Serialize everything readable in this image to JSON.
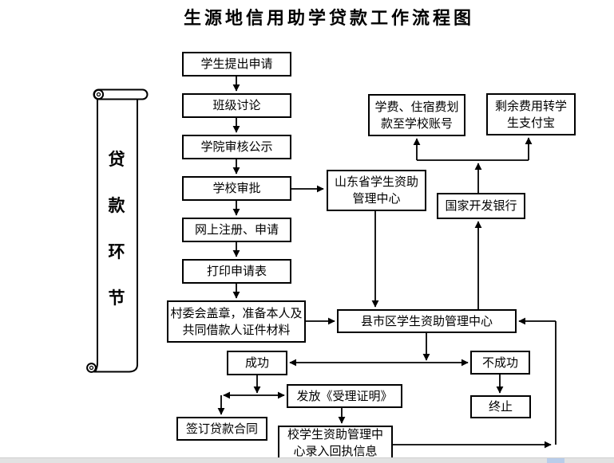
{
  "title": "生源地信用助学贷款工作流程图",
  "banner": {
    "label": "贷款环节",
    "chars": [
      "贷",
      "款",
      "环",
      "节"
    ]
  },
  "nodes": {
    "apply": "学生提出申请",
    "class_discuss": "班级讨论",
    "college_review": "学院审核公示",
    "school_approve": "学校审批",
    "online_register": "网上注册、申请",
    "print_form": "打印申请表",
    "village_seal": {
      "lines": [
        "村委会盖章，准备本人及",
        "共同借款人证件材料"
      ]
    },
    "province_center": {
      "lines": [
        "山东省学生资助",
        "管理中心"
      ]
    },
    "tuition_transfer": {
      "lines": [
        "学费、住宿费划",
        "款至学校账号"
      ]
    },
    "remain_alipay": {
      "lines": [
        "剩余费用转学",
        "生支付宝"
      ]
    },
    "cdb_bank": "国家开发银行",
    "county_center": "县市区学生资助管理中心",
    "success": "成功",
    "fail": "不成功",
    "terminate": "终止",
    "issue_proof": "发放《受理证明》",
    "sign_contract": "签订贷款合同",
    "school_receipt": {
      "lines": [
        "校学生资助管理中",
        "心录入回执信息"
      ]
    }
  },
  "edges": [
    {
      "from": "apply",
      "to": "class_discuss"
    },
    {
      "from": "class_discuss",
      "to": "college_review"
    },
    {
      "from": "college_review",
      "to": "school_approve"
    },
    {
      "from": "school_approve",
      "to": "online_register"
    },
    {
      "from": "school_approve",
      "to": "province_center"
    },
    {
      "from": "online_register",
      "to": "print_form"
    },
    {
      "from": "print_form",
      "to": "village_seal"
    },
    {
      "from": "village_seal",
      "to": "county_center"
    },
    {
      "from": "province_center",
      "to": "county_center"
    },
    {
      "from": "county_center",
      "to": "cdb_bank"
    },
    {
      "from": "cdb_bank",
      "to": "tuition_transfer"
    },
    {
      "from": "cdb_bank",
      "to": "remain_alipay"
    },
    {
      "from": "county_center",
      "to": "success"
    },
    {
      "from": "county_center",
      "to": "fail"
    },
    {
      "from": "success",
      "to": "issue_proof"
    },
    {
      "from": "success",
      "to": "sign_contract"
    },
    {
      "from": "fail",
      "to": "terminate"
    },
    {
      "from": "issue_proof",
      "to": "school_receipt"
    },
    {
      "from": "school_receipt",
      "to": "county_center"
    }
  ],
  "colors": {
    "line": "#000000",
    "scrollbar_track": "#e2e2e2",
    "scrollbar_thumb": "#b9cdea"
  }
}
